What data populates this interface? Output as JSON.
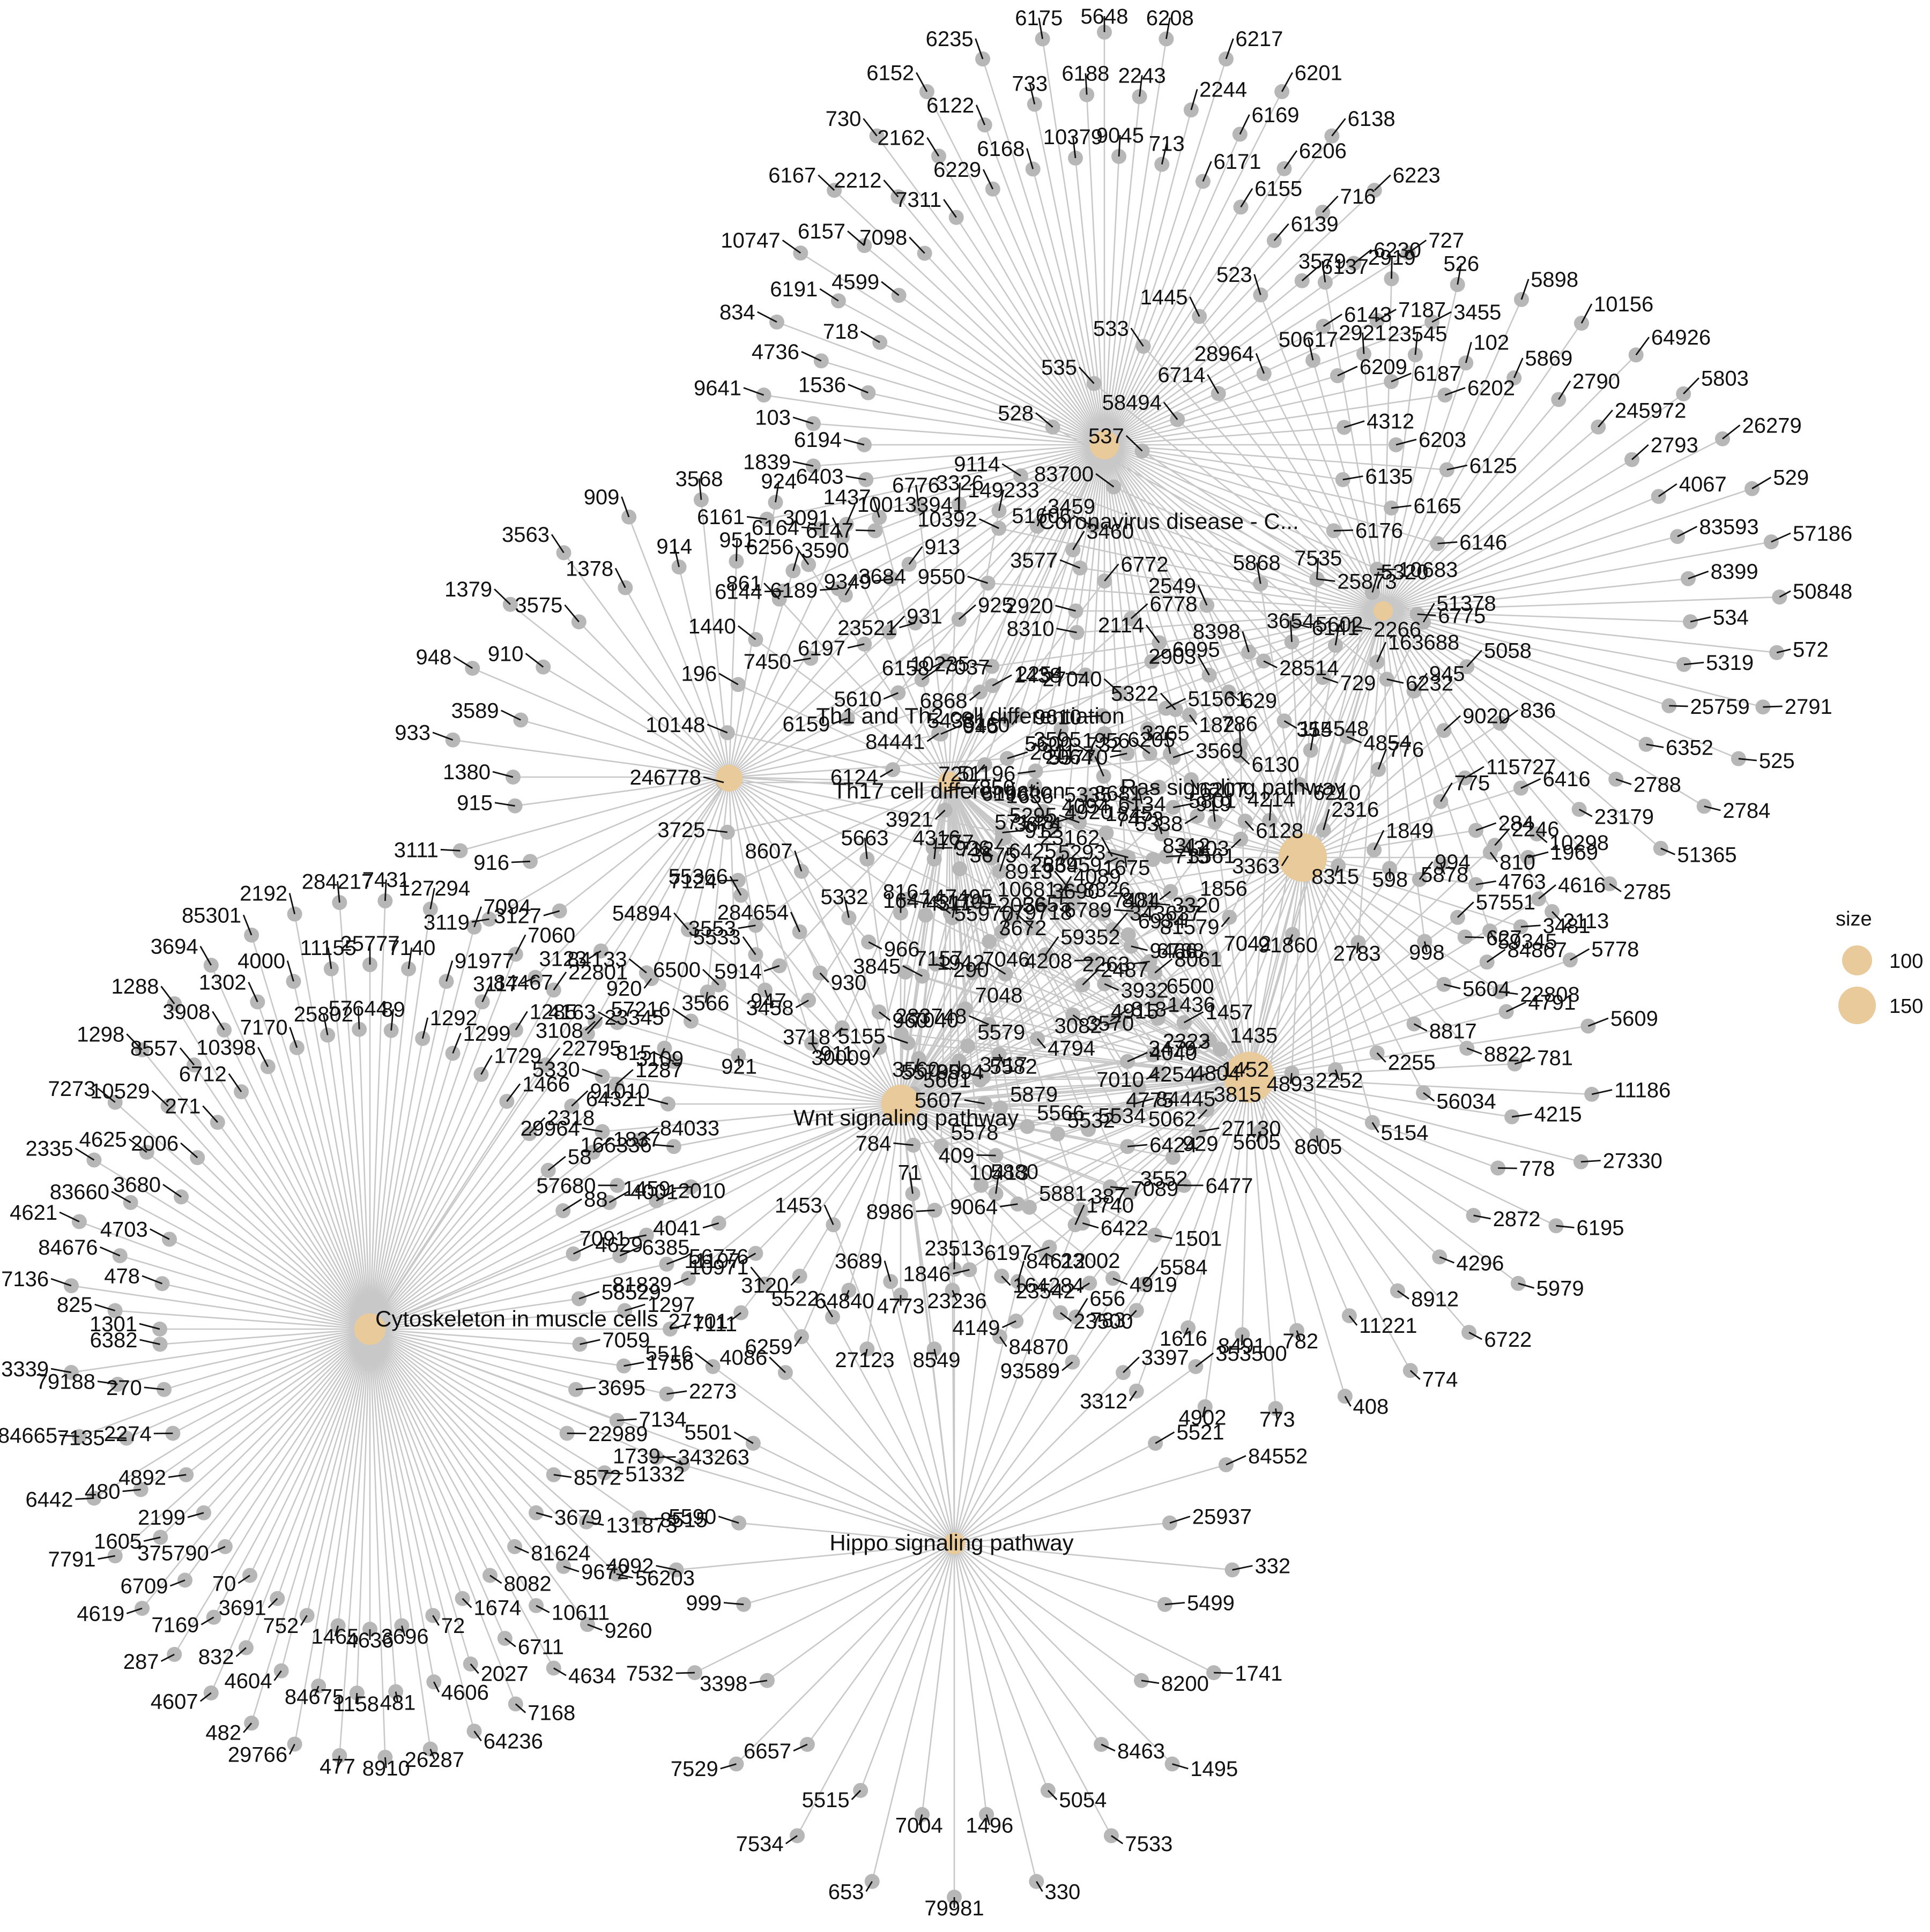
{
  "legend": {
    "title": "size",
    "items": [
      {
        "label": "100",
        "value": 100
      },
      {
        "label": "150",
        "value": 150
      }
    ]
  },
  "colors": {
    "hub": "#e8ca9b",
    "gene": "#b7b7b7",
    "edge": "#c8c8c8",
    "leader": "#111111"
  },
  "pathways": [
    {
      "id": "cyto",
      "label": "Cytoskeleton in muscle cells",
      "size": 115
    },
    {
      "id": "hippo",
      "label": "Hippo signaling pathway",
      "size": 95
    },
    {
      "id": "corona",
      "label": "Coronavirus disease - C...",
      "size": 110
    },
    {
      "id": "th1",
      "label": "Th1 and Th2 cell differentiation",
      "size": 90
    },
    {
      "id": "th17",
      "label": "Th17 cell differentiation",
      "size": 95
    },
    {
      "id": "t3122",
      "label": "",
      "size": 105
    },
    {
      "id": "wnt",
      "label": "Wnt signaling pathway",
      "size": 130
    },
    {
      "id": "ras",
      "label": "Ras signaling pathway",
      "size": 150
    },
    {
      "id": "mapk",
      "label": "",
      "size": 155
    },
    {
      "id": "small1",
      "label": "",
      "size": 90
    }
  ],
  "genes": {
    "cyto": [
      "1301",
      "825",
      "7136",
      "478",
      "84676",
      "4621",
      "4703",
      "83660",
      "2335",
      "3680",
      "4625",
      "7273",
      "2006",
      "10529",
      "1298",
      "271",
      "8557",
      "1288",
      "6712",
      "3908",
      "3694",
      "10398",
      "1302",
      "85301",
      "7170",
      "4000",
      "2192",
      "25802",
      "11155",
      "284217",
      "57644",
      "25777",
      "7431",
      "89",
      "7140",
      "127294",
      "1292",
      "91977",
      "7094",
      "1299",
      "84467",
      "7060",
      "1729",
      "1285",
      "22801",
      "1466",
      "22795",
      "23345",
      "2318",
      "91010",
      "1287",
      "58",
      "1837",
      "84033",
      "88",
      "4001",
      "2010",
      "4629",
      "6385",
      "56776",
      "58529",
      "1297",
      "7111",
      "7059",
      "1756",
      "2273",
      "3695",
      "7134",
      "343263",
      "22989",
      "51332",
      "8515",
      "8572",
      "131873",
      "56203",
      "3679",
      "9672",
      "9260",
      "81624",
      "10611",
      "4634",
      "8082",
      "6711",
      "7168",
      "1674",
      "2027",
      "64236",
      "72",
      "4606",
      "26287",
      "3696",
      "481",
      "8910",
      "4636",
      "1158",
      "477",
      "1465",
      "84675",
      "29766",
      "752",
      "4604",
      "482",
      "3691",
      "832",
      "4607",
      "70",
      "7169",
      "287",
      "375790",
      "6709",
      "4619",
      "2199",
      "1605",
      "7791",
      "4892",
      "480",
      "6442",
      "2274",
      "7135",
      "84665",
      "270",
      "79188",
      "3339",
      "6382"
    ],
    "hippo": [
      "23513",
      "10413",
      "84612",
      "1740",
      "656",
      "5584",
      "3397",
      "353500",
      "5521",
      "84552",
      "25937",
      "332",
      "5499",
      "1741",
      "8200",
      "1495",
      "8463",
      "7533",
      "5054",
      "330",
      "1496",
      "79981",
      "7004",
      "653",
      "5515",
      "7534",
      "6657",
      "7529",
      "3398",
      "7532",
      "999",
      "4092",
      "5590",
      "1739",
      "5501",
      "5516",
      "4086",
      "10971",
      "5522",
      "1453",
      "3689",
      "71"
    ],
    "wnt": [
      "64321",
      "5330",
      "815",
      "4163",
      "57216",
      "84133",
      "6500",
      "54894",
      "5533",
      "55366",
      "284654",
      "8607",
      "5332",
      "5663",
      "816",
      "4316",
      "147495",
      "6425",
      "79718",
      "4089",
      "59352",
      "343637",
      "2487",
      "8061",
      "818",
      "1457",
      "4040",
      "1452",
      "84445",
      "27130",
      "6424",
      "6477",
      "7089",
      "1501",
      "6422",
      "4919",
      "23002",
      "23500",
      "164284",
      "84870",
      "23236",
      "8549",
      "4773",
      "27123",
      "64840",
      "6259",
      "3120",
      "27101",
      "11197",
      "81839",
      "4041",
      "7091",
      "1459",
      "57680",
      "166336",
      "29964"
    ],
    "corona": [
      "6194",
      "103",
      "9641",
      "1536",
      "4736",
      "834",
      "718",
      "6191",
      "10747",
      "4599",
      "6157",
      "6167",
      "7098",
      "2212",
      "730",
      "7311",
      "2162",
      "6152",
      "6229",
      "6122",
      "6235",
      "6168",
      "733",
      "6175",
      "10379",
      "6188",
      "5648",
      "9045",
      "2243",
      "6208",
      "713",
      "2244",
      "6217",
      "6171",
      "6169",
      "6201",
      "6155",
      "6206",
      "6138",
      "6139",
      "716",
      "6223",
      "6137",
      "6230",
      "727",
      "6143",
      "7187",
      "3455",
      "6209",
      "6187",
      "6202",
      "4312",
      "6203",
      "6125",
      "6135",
      "6165",
      "6146",
      "6176",
      "10683",
      "6775",
      "25873",
      "2266",
      "6232",
      "6141",
      "729",
      "4854",
      "28514",
      "114548",
      "6210",
      "629",
      "6130",
      "6128",
      "182",
      "6207",
      "715",
      "6205",
      "6134",
      "1675",
      "732",
      "4094",
      "864",
      "3595",
      "1636",
      "712",
      "6160",
      "720",
      "3921",
      "6868",
      "84441",
      "6124",
      "6158",
      "5610",
      "6159",
      "23521",
      "6197",
      "7450",
      "9349",
      "6189",
      "6144",
      "6147",
      "6164",
      "6161",
      "6403",
      "1839"
    ],
    "th1": [
      "1380",
      "933",
      "3589",
      "948",
      "910",
      "1379",
      "3575",
      "3563",
      "1378",
      "909",
      "914",
      "3568",
      "951",
      "924",
      "3590",
      "100133941",
      "3684",
      "913",
      "931",
      "925",
      "7037",
      "1438",
      "945",
      "2811",
      "7850",
      "912",
      "926",
      "2056",
      "4311",
      "290",
      "966",
      "960",
      "930",
      "911",
      "947",
      "921",
      "3566",
      "3109",
      "920",
      "3108",
      "3123",
      "3117",
      "3127",
      "3119",
      "916",
      "3111",
      "915"
    ],
    "th17": [
      "246778",
      "10148",
      "196",
      "1440",
      "861",
      "6256",
      "3091",
      "1437",
      "6776",
      "3326",
      "149233",
      "3459",
      "3460",
      "6772",
      "6778",
      "6095",
      "51561",
      "3569",
      "919",
      "3561",
      "3320",
      "9466",
      "3932",
      "3570",
      "4794",
      "3717",
      "3594",
      "3560",
      "30009",
      "3718",
      "3458",
      "5914",
      "3553",
      "7124",
      "3725"
    ],
    "ras": [
      "5293",
      "5295",
      "5335",
      "5600",
      "1956",
      "27040",
      "5322",
      "2114",
      "2903",
      "2549",
      "8398",
      "5868",
      "3654",
      "7535",
      "5602",
      "5320",
      "163688",
      "51378",
      "945",
      "5058",
      "9020",
      "836",
      "115727",
      "6416",
      "284",
      "1969",
      "4763",
      "3481",
      "627",
      "22808",
      "5604",
      "8822",
      "8817",
      "56034",
      "2255",
      "5154",
      "2252",
      "8605",
      "4893",
      "5605",
      "4804",
      "5062",
      "3479",
      "7010",
      "4915",
      "3082",
      "2263",
      "4208",
      "6789",
      "10681"
    ],
    "mapk": [
      "55799",
      "5155",
      "283748",
      "3845",
      "1942",
      "1647",
      "55970",
      "777",
      "8913",
      "6196",
      "23162",
      "2064",
      "1845",
      "3265",
      "5801",
      "786",
      "4214",
      "355",
      "2316",
      "776",
      "1849",
      "775",
      "994",
      "2246",
      "57551",
      "4616",
      "84867",
      "5778",
      "4791",
      "5609",
      "781",
      "11186",
      "4215",
      "27330",
      "778",
      "6195",
      "2872",
      "5979",
      "4296",
      "6722",
      "8912",
      "774",
      "11221",
      "408",
      "782",
      "773",
      "8491",
      "4902",
      "1616",
      "3312",
      "783",
      "93589",
      "23542",
      "4149",
      "6197",
      "1846",
      "9064",
      "8986",
      "409",
      "784",
      "5607"
    ],
    "small1": [
      "2920",
      "9550",
      "3577",
      "10392",
      "51606",
      "9114",
      "83700",
      "528",
      "537",
      "535",
      "58494",
      "533",
      "6714",
      "1445",
      "28964",
      "523",
      "50617",
      "3579",
      "2921",
      "2919",
      "23545",
      "526",
      "102",
      "5898",
      "5869",
      "10156",
      "2790",
      "64926",
      "245972",
      "5803",
      "2793",
      "26279",
      "4067",
      "529",
      "83593",
      "57186",
      "8399",
      "50848",
      "534",
      "572",
      "5319",
      "2791",
      "25759",
      "525",
      "6352",
      "2784",
      "2788",
      "51365",
      "23179",
      "2785",
      "10298",
      "2113",
      "810",
      "59345",
      "5878",
      "998",
      "598",
      "2783",
      "8315",
      "91860",
      "3363",
      "81579",
      "4303",
      "801",
      "5338",
      "253959",
      "8681",
      "57148",
      "55770",
      "51196",
      "9610",
      "54331",
      "2254",
      "10235",
      "8310"
    ],
    "shared": [
      "1436",
      "1435",
      "2323",
      "3815",
      "4254",
      "929",
      "4775",
      "3552",
      "5534",
      "387",
      "5532",
      "5881",
      "5566",
      "5880",
      "5879",
      "5578",
      "5582",
      "5601",
      "5579",
      "7040",
      "7048",
      "7157",
      "7046",
      "51701",
      "3672",
      "3675",
      "3655",
      "3674",
      "3690",
      "4920",
      "8326",
      "7473",
      "7484",
      "8312",
      "6934",
      "1856",
      "6788",
      "7042",
      "6500"
    ]
  }
}
